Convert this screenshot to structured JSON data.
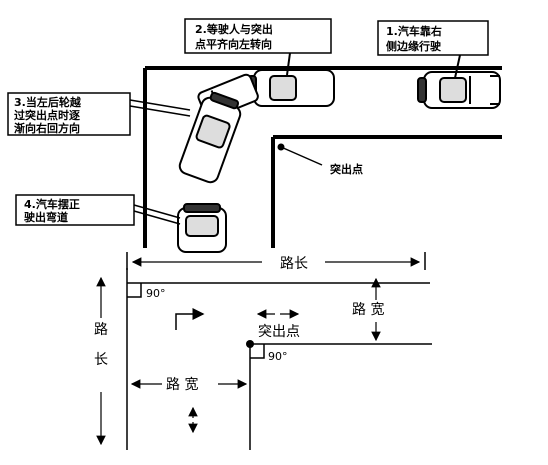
{
  "top_diagram": {
    "step1": {
      "line1": "1.汽车靠右",
      "line2": "侧边缘行驶"
    },
    "step2": {
      "line1": "2.等驶人与突出",
      "line2": "点平齐向左转向"
    },
    "step3": {
      "line1": "3.当左后轮越",
      "line2": "过突出点时逐",
      "line3": "渐向右回方向"
    },
    "step4": {
      "line1": "4.汽车摆正",
      "line2": "驶出弯道"
    },
    "point_label": "突出点"
  },
  "bottom_diagram": {
    "road_length_top": "路长",
    "road_length_left_1": "路",
    "road_length_left_2": "长",
    "road_width_right": "路 宽",
    "road_width_bottom": "路 宽",
    "point_label": "突出点",
    "angle_top": "90°",
    "angle_bottom": "90°"
  }
}
